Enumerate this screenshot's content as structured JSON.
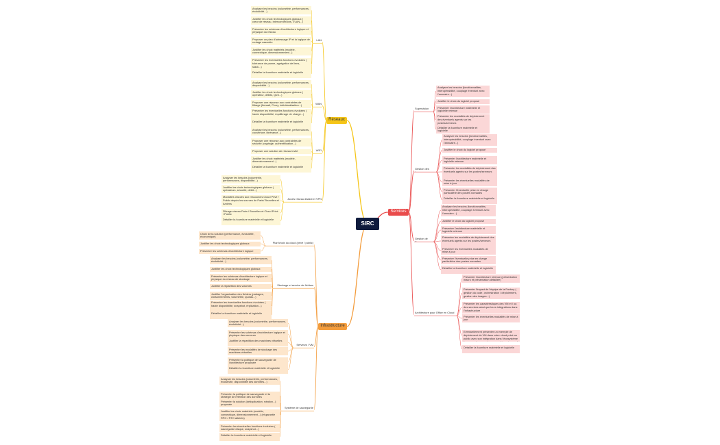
{
  "root": {
    "label": "SIRC"
  },
  "branches": [
    {
      "label": "Réseaux",
      "style": "yellow",
      "children": [
        {
          "label": "LAN",
          "leaves": [
            "Analyser les besoins (volumétrie, performances, évolutivité...)",
            "Justifier les choix technologiques globaux ( cœur de réseau, interconnexions, VLAN...)",
            "Présenter les schémas d'architecture logique et physique du réseau",
            "Proposer un plan d'adressage IP et la logique de routage associée",
            "Justifier les choix matériels (modèle, connectique, dimensionnement...)",
            "Présenter les éventuelles fonctions évoluées ( tolérance de panne, agrégation de liens, stack...)",
            "Détailler la fourniture matérielle et logicielle"
          ]
        },
        {
          "label": "WAN",
          "leaves": [
            "Analyser les besoins (volumétrie, performances, disponibilité...)",
            "Justifier les choix technologiques globaux ( opérateur, débits, QoS...)",
            "Proposer une réponse aux contraintes de filtrage (firewall, Proxy, individualisation...)",
            "Présenter les éventuelles fonctions évoluées ( haute disponibilité, équilibrage de charge...)",
            "Détailler la fourniture matérielle et logicielle"
          ]
        },
        {
          "label": "WIFI",
          "leaves": [
            "Analyser les besoins (volumétrie, performances, couverture, itinérance...)",
            "Proposer une réponse aux contraintes de sécurité (cryptage, authentification...)",
            "Proposer une solution de réseau invité",
            "Justifier les choix matériels (modèle, dimensionnement...)",
            "Détailler la fourniture matérielle et logicielle"
          ]
        },
        {
          "label": "Accès réseau distant et VPN",
          "leaves": [
            "Analyser les besoins (volumétrie, performances, disponibilité...)",
            "Justifier les choix technologiques globaux ( opérateurs, sécurité, débit...)",
            "Modalités d'accès aux ressources Cloud Privé / Public depuis les sources de Paris/ Bruxelles et Amiens",
            "Filtrage réseau Paris / Bruxelles et Cloud Privé / Public",
            "Détailler la fourniture matérielle et logicielle"
          ]
        }
      ]
    },
    {
      "label": "Services",
      "style": "red",
      "children": [
        {
          "label": "Supervision",
          "leaves": [
            "Analyser les besoins (fonctionnalités, interopérabilité, couplage éventuel avec l'annuaire...)",
            "Justifier le choix du logiciel proposé",
            "Présenter l'architecture matérielle et logicielle retenue",
            "Présenter les modalités de déploiement des éventuels agents sur les postes/serveurs",
            "Détailler la fourniture matérielle et logicielle"
          ]
        },
        {
          "label": "Gestion des Logs",
          "leaves": [
            "Analyser les besoins (fonctionnalités, interopérabilité, couplage éventuel avec l'annuaire...)",
            "Justifier le choix du logiciel proposé",
            "Présenter l'architecture matérielle et logicielle retenue",
            "Présenter les modalités de déploiement des éventuels agents sur les postes/serveurs",
            "Présenter les éventuelles modalités de mise à jour",
            "Présenter l'éventuelle prise en charge particulière des postes nomades",
            "Détailler la fourniture matérielle et logicielle"
          ]
        },
        {
          "label": "Gestion de Parc",
          "leaves": [
            "Analyser les besoins (fonctionnalités, interopérabilité, couplage éventuel avec l'annuaire...)",
            "Justifier le choix du logiciel proposé",
            "Présenter l'architecture matérielle et logicielle retenue",
            "Présenter les modalités de déploiement des éventuels agents sur les postes/serveurs",
            "Présenter les éventuelles modalités de mise à jour",
            "Présenter l'éventuelle prise en charge particulière des postes nomades",
            "Détailler la fourniture matérielle et logicielle"
          ]
        },
        {
          "label": "Architecture pour Office en Cloud",
          "leaves": [
            "Présenter l'architecture retenue (présentation macro et présentation détaillée)",
            "Présenter l'impact de l'équipe de la Factory ( gestion du code, orchestration / déploiement, gestion des images...)",
            "Présenter les caractéristiques des VM et / ou des services ainsi que leurs intégrations dans l'infrastructure",
            "Présenter les éventuelles modalités de mise à jour",
            "Eventuellement présenter un exemple de déploiement de VM dans votre cloud privé ou public avec son intégration dans l'écosystème (sauvegarde, annuaire, supervision, réseau...)",
            "Détailler la fourniture matérielle et logicielle"
          ]
        }
      ]
    },
    {
      "label": "Infrastructure",
      "style": "orange",
      "children": [
        {
          "label": "Plan/choix du cloud (privé / public)",
          "leaves": [
            "Choix de la solution (performance, évolutivité, économique)",
            "Justifier les choix technologiques globaux",
            "Présenter les schémas d'architecture logique"
          ]
        },
        {
          "label": "Stockage et service de fichiers",
          "leaves": [
            "Analyser les besoins (volumétrie, performances, évolutivité...)",
            "Justifier les choix technologiques globaux",
            "Présenter les schémas d'architecture logique et physique du réseau de stockage",
            "Justifier la répartition des volumes",
            "Justifier l'organisation des fichiers (partages, cloisonnements, volumétrie, quotas...)",
            "Présenter les éventuelles fonctions évoluées ( haute disponibilité, snapshot, réplication...)",
            "Détailler la fourniture matérielle et logicielle"
          ]
        },
        {
          "label": "Serveurs / VM",
          "leaves": [
            "Analyser les besoins (volumétrie, performances, évolutivité...)",
            "Présenter les schémas d'architecture logique et physique des serveurs",
            "Justifier la répartition des machines virtuelles",
            "Présenter les modalités de stockage des machines virtuelles",
            "Présenter la politique de sauvegarde de l'architecture proposée",
            "Détailler la fourniture matérielle et logicielle"
          ]
        },
        {
          "label": "Système de sauvegarde",
          "leaves": [
            "Analyser les besoins (volumétrie, performances, évolutivité, disponibilité des données...)",
            "Présenter la politique de sauvegarde et la stratégie de rétention des données",
            "Présenter la solution (déduplication, rotation...) proposée",
            "Justifier les choix matériels (modèle, connectique, dimensionnement...) (et garantie RPO / RTO atteints)",
            "Présenter les éventuelles fonctions évoluées ( sauvegarde disque, snapshot...)",
            "Détailler la fourniture matérielle et logicielle"
          ]
        }
      ]
    }
  ],
  "colors": {
    "yellow_line": "#f5c518",
    "red_line": "#e94b4b",
    "orange_line": "#f39c3c",
    "root_bg": "#0f1b3d"
  }
}
